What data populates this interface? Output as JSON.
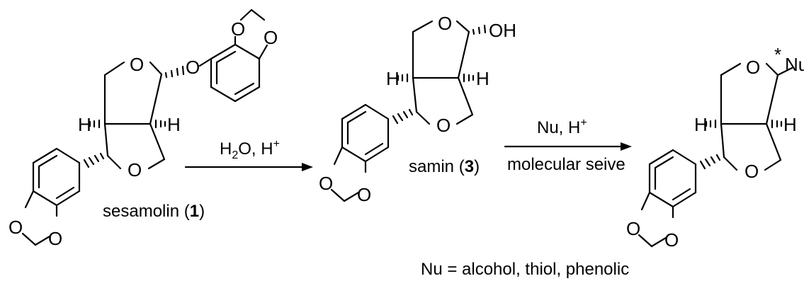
{
  "scheme": {
    "compounds": [
      {
        "name": "sesamolin",
        "number": "1"
      },
      {
        "name": "samin",
        "number": "3"
      }
    ],
    "atoms": {
      "O": "O",
      "H": "H",
      "OH": "OH",
      "Nu": "Nu",
      "star": "*"
    },
    "reaction1": {
      "reagent_main": "H",
      "reagent_sub": "2",
      "reagent_tail": "O, H",
      "reagent_sup": "+"
    },
    "reaction2": {
      "reagent_main": "Nu, H",
      "reagent_sup": "+",
      "condition": "molecular seive"
    },
    "nucleophile_note": "Nu = alcohol, thiol, phenolic"
  }
}
